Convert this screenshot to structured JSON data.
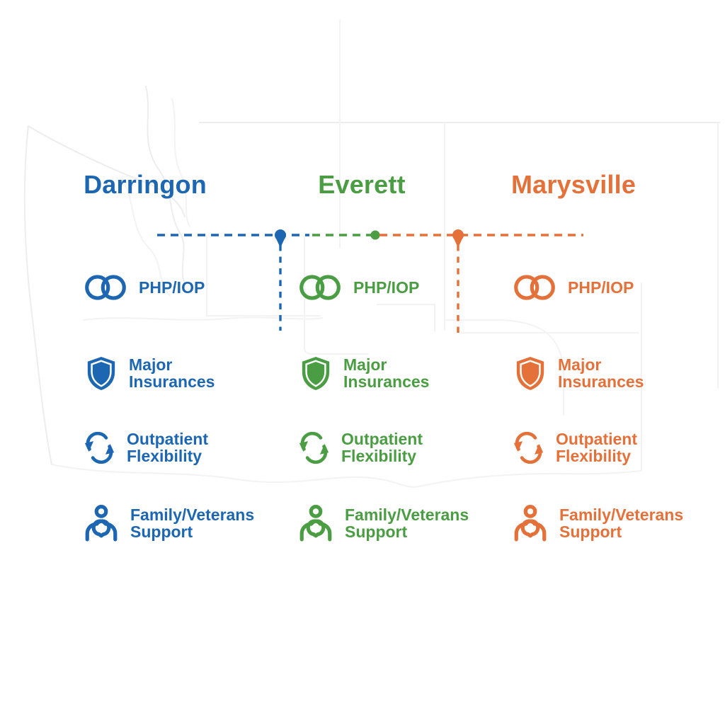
{
  "columns": [
    {
      "title": "Darringon",
      "color": "#1d67b2",
      "features": [
        {
          "icon": "interlocked-rings-icon",
          "lines": [
            "PHP/IOP",
            ""
          ]
        },
        {
          "icon": "shield-icon",
          "lines": [
            "Major",
            "Insurances"
          ]
        },
        {
          "icon": "cycle-arrows-icon",
          "lines": [
            "Outpatient",
            "Flexibility"
          ]
        },
        {
          "icon": "person-support-icon",
          "lines": [
            "Family/Veterans",
            "Support"
          ]
        }
      ]
    },
    {
      "title": "Everett",
      "color": "#4a9d42",
      "features": [
        {
          "icon": "interlocked-rings-icon",
          "lines": [
            "PHP/IOP",
            ""
          ]
        },
        {
          "icon": "shield-icon",
          "lines": [
            "Major",
            "Insurances"
          ]
        },
        {
          "icon": "cycle-arrows-icon",
          "lines": [
            "Outpatient",
            "Flexibility"
          ]
        },
        {
          "icon": "person-support-icon",
          "lines": [
            "Family/Veterans",
            "Support"
          ]
        }
      ]
    },
    {
      "title": "Marysville",
      "color": "#e5713a",
      "features": [
        {
          "icon": "interlocked-rings-icon",
          "lines": [
            "PHP/IOP",
            ""
          ]
        },
        {
          "icon": "shield-icon",
          "lines": [
            "Major",
            "Insurances"
          ]
        },
        {
          "icon": "cycle-arrows-icon",
          "lines": [
            "Outpatient",
            "Flexibility"
          ]
        },
        {
          "icon": "person-support-icon",
          "lines": [
            "Family/Veterans",
            "Support"
          ]
        }
      ]
    }
  ],
  "map": {
    "region": "Washington state county outlines (faint background)"
  }
}
